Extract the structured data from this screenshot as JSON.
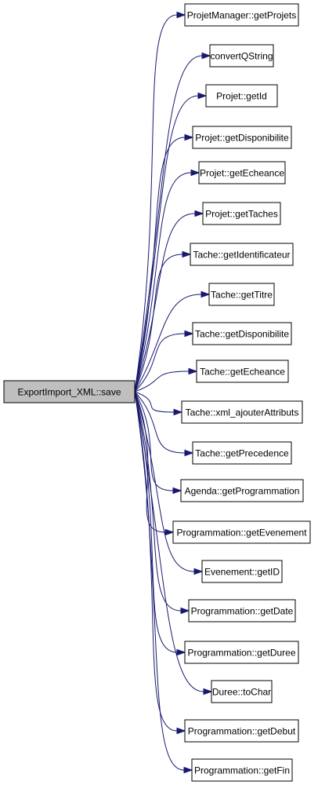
{
  "root": {
    "label": "ExportImport_XML::save"
  },
  "callees": [
    {
      "label": "ProjetManager::getProjets"
    },
    {
      "label": "convertQString"
    },
    {
      "label": "Projet::getId"
    },
    {
      "label": "Projet::getDisponibilite"
    },
    {
      "label": "Projet::getEcheance"
    },
    {
      "label": "Projet::getTaches"
    },
    {
      "label": "Tache::getIdentificateur"
    },
    {
      "label": "Tache::getTitre"
    },
    {
      "label": "Tache::getDisponibilite"
    },
    {
      "label": "Tache::getEcheance"
    },
    {
      "label": "Tache::xml_ajouterAttributs"
    },
    {
      "label": "Tache::getPrecedence"
    },
    {
      "label": "Agenda::getProgrammation"
    },
    {
      "label": "Programmation::getEvenement"
    },
    {
      "label": "Evenement::getID"
    },
    {
      "label": "Programmation::getDate"
    },
    {
      "label": "Programmation::getDuree"
    },
    {
      "label": "Duree::toChar"
    },
    {
      "label": "Programmation::getDebut"
    },
    {
      "label": "Programmation::getFin"
    }
  ],
  "colors": {
    "edge": "#191970",
    "root_fill": "#bfbfbf",
    "node_fill": "#ffffff",
    "border": "#000000"
  }
}
